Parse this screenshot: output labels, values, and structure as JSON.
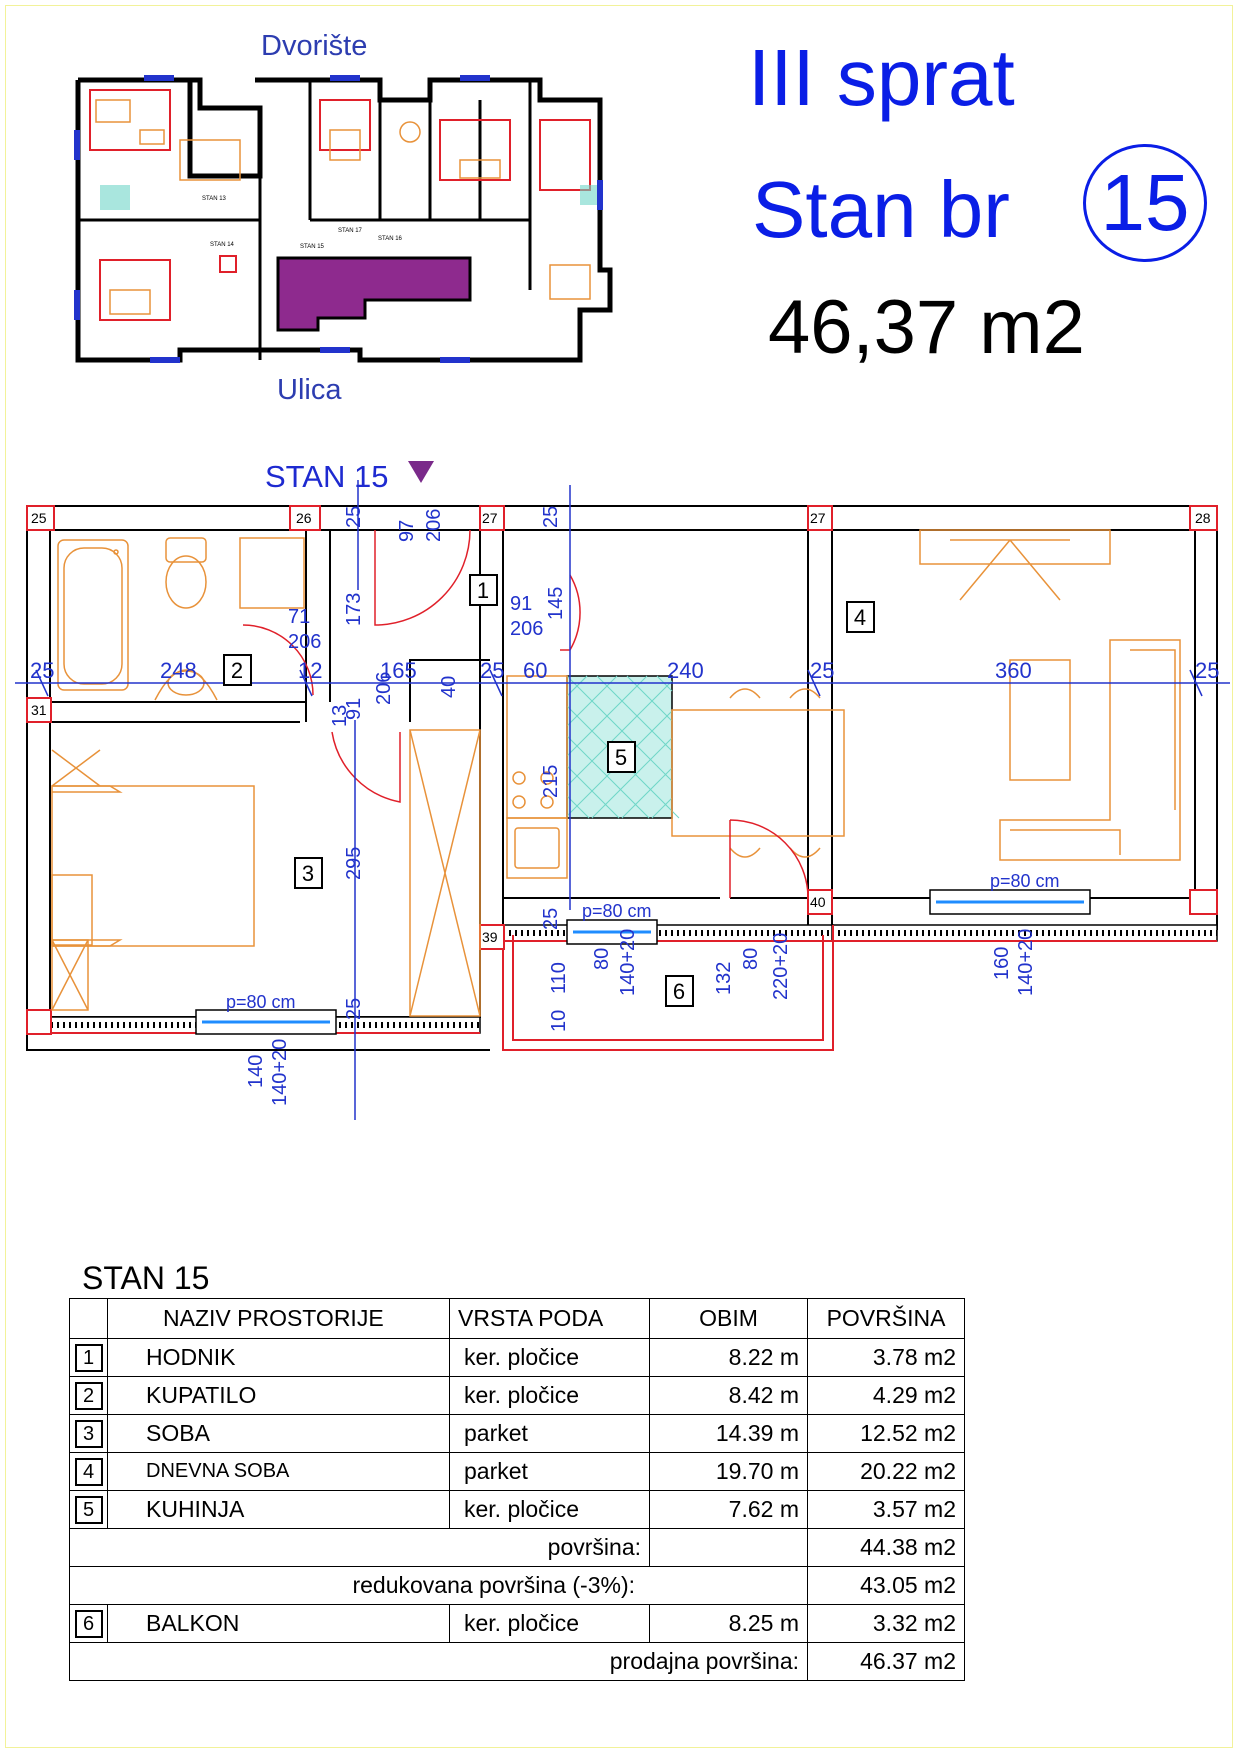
{
  "header": {
    "floor": "III sprat",
    "apartment_prefix": "Stan br",
    "apartment_number": "15",
    "total_area": "46,37 m2"
  },
  "site_plan": {
    "top_label": "Dvorište",
    "bottom_label": "Ulica",
    "unit_tags": [
      "STAN 13",
      "STAN 14",
      "STAN 15",
      "STAN 17",
      "STAN 16"
    ]
  },
  "plan": {
    "title": "STAN 15",
    "room_tags": [
      "1",
      "2",
      "3",
      "4",
      "5",
      "6"
    ],
    "column_tags": [
      "25",
      "26",
      "27",
      "27",
      "28",
      "31",
      "39",
      "40"
    ],
    "dimensions_horizontal": [
      "25",
      "248",
      "12",
      "165",
      "25",
      "60",
      "240",
      "25",
      "360",
      "25"
    ],
    "dimensions_misc": [
      "97",
      "206",
      "25",
      "25",
      "173",
      "145",
      "71",
      "206",
      "91",
      "206",
      "13",
      "91",
      "206",
      "40",
      "215",
      "295",
      "25",
      "110",
      "132",
      "10",
      "25"
    ],
    "windows": [
      {
        "sill": "p=80 cm",
        "width": "140",
        "height": "140+20"
      },
      {
        "sill": "p=80 cm",
        "width": "80",
        "height": "140+20"
      },
      {
        "sill": "",
        "width": "80",
        "height": "220+20"
      },
      {
        "sill": "p=80 cm",
        "width": "160",
        "height": "140+20"
      }
    ]
  },
  "table": {
    "title": "STAN 15",
    "headers": {
      "name": "NAZIV PROSTORIJE",
      "floor": "VRSTA PODA",
      "perimeter": "OBIM",
      "area": "POVRŠINA"
    },
    "rows": [
      {
        "num": "1",
        "name": "HODNIK",
        "floor": "ker. pločice",
        "perimeter": "8.22 m",
        "area": "3.78 m2"
      },
      {
        "num": "2",
        "name": "KUPATILO",
        "floor": "ker. pločice",
        "perimeter": "8.42 m",
        "area": "4.29 m2"
      },
      {
        "num": "3",
        "name": "SOBA",
        "floor": "parket",
        "perimeter": "14.39 m",
        "area": "12.52 m2"
      },
      {
        "num": "4",
        "name": "DNEVNA SOBA",
        "floor": "parket",
        "perimeter": "19.70 m",
        "area": "20.22 m2"
      },
      {
        "num": "5",
        "name": "KUHINJA",
        "floor": "ker. pločice",
        "perimeter": "7.62 m",
        "area": "3.57 m2"
      }
    ],
    "subtotal": {
      "label": "površina:",
      "value": "44.38 m2"
    },
    "reduced": {
      "label": "redukovana površina (-3%):",
      "value": "43.05 m2"
    },
    "balcony": {
      "num": "6",
      "name": "BALKON",
      "floor": "ker. pločice",
      "perimeter": "8.25 m",
      "area": "3.32 m2"
    },
    "sales": {
      "label": "prodajna površina:",
      "value": "46.37 m2"
    }
  },
  "colors": {
    "title_blue": "#0a1ee6",
    "wall_red": "#e0202a",
    "furniture_orange": "#e8923a",
    "dimension_blue": "#2233cc",
    "highlight_purple": "#8e2a8e",
    "kitchen_cyan": "#6fd6c8"
  }
}
